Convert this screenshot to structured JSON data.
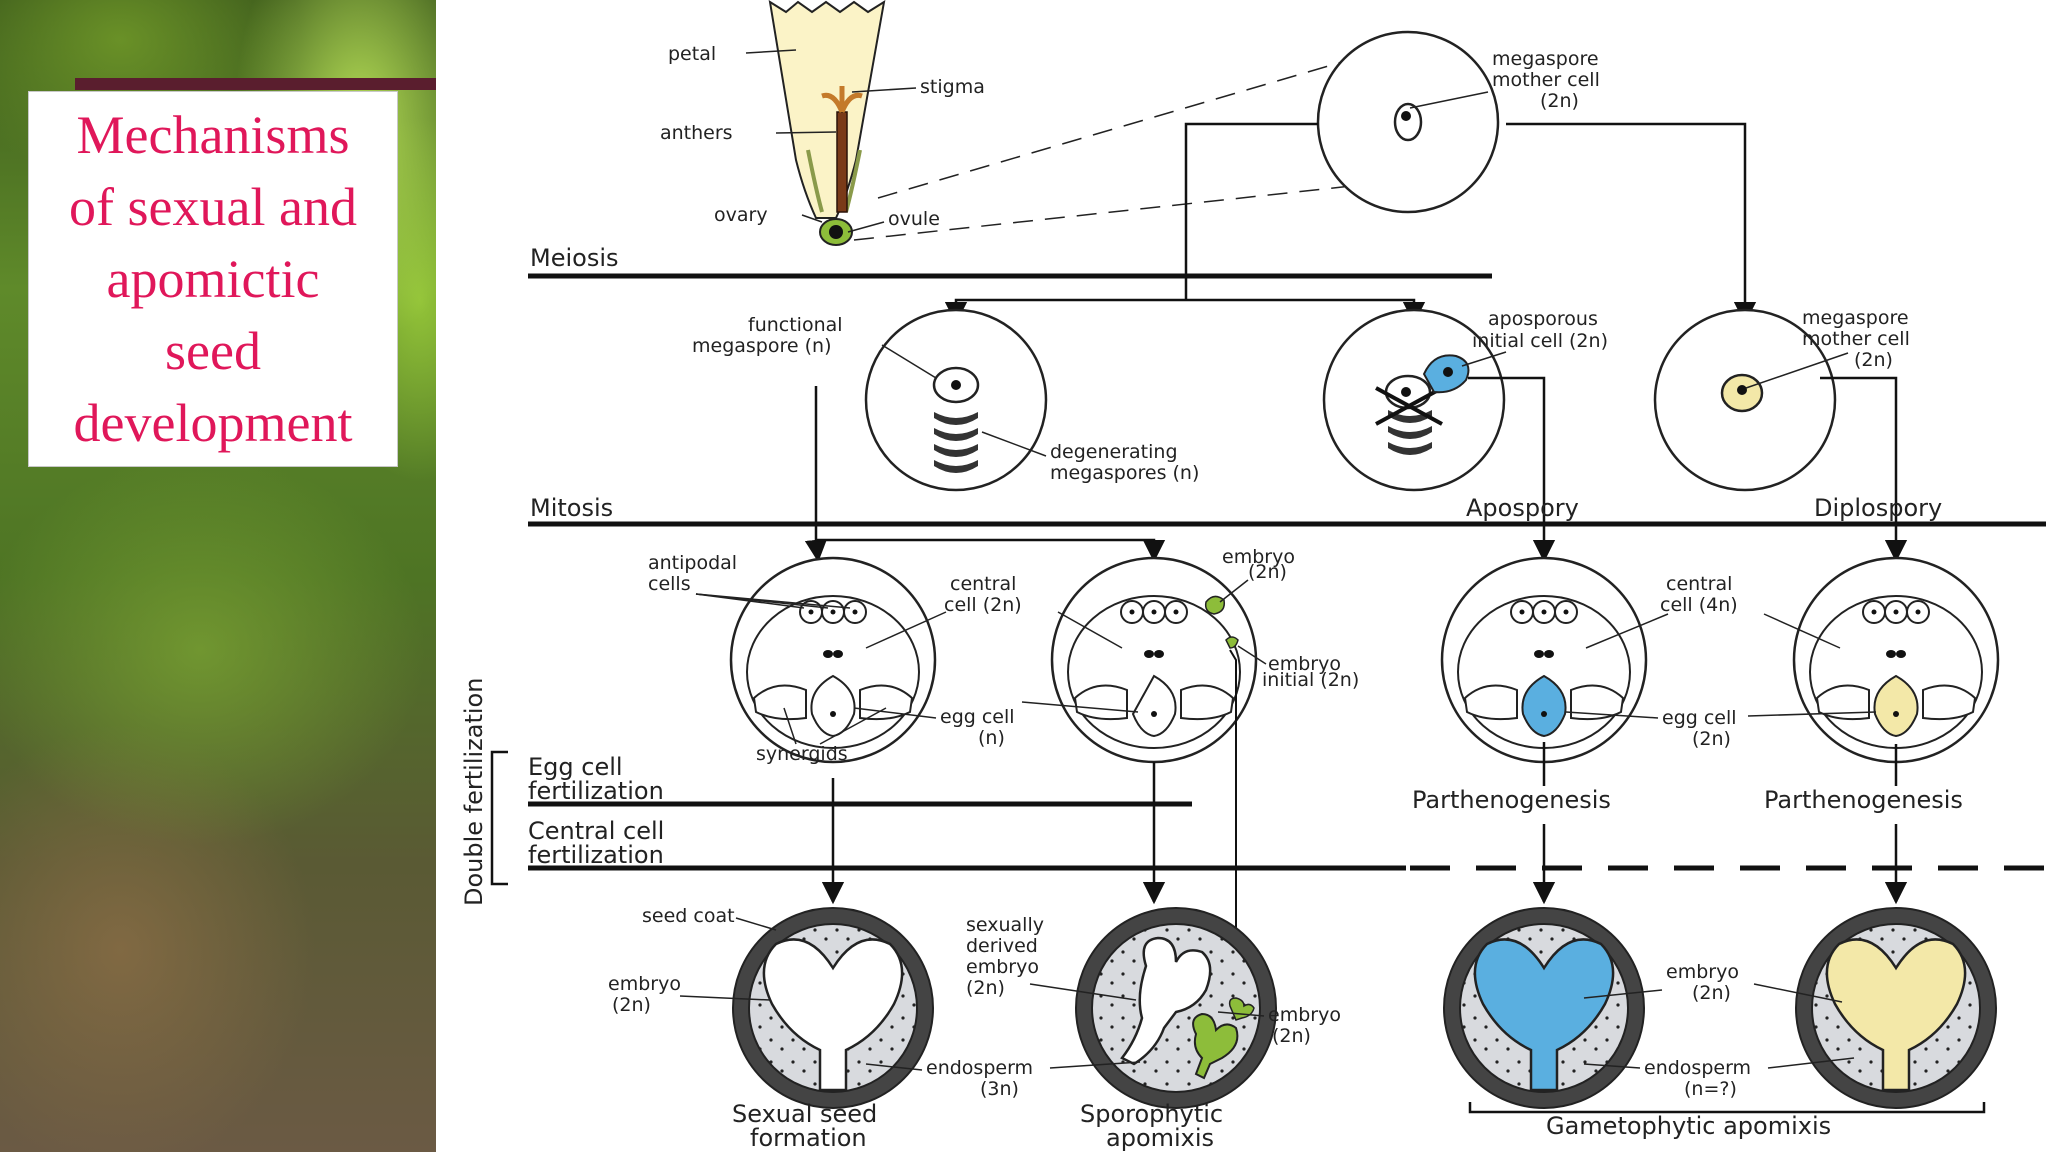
{
  "slide": {
    "title": "Mechanisms\nof sexual and\napomictic\nseed\ndevelopment"
  },
  "colors": {
    "title_text": "#e0175a",
    "apospory_blue": "#5aafe0",
    "diplospory_yellow": "#f3e8a8",
    "sporophytic_green": "#8dbd3a",
    "seed_fill": "#d8dade"
  },
  "diagram": {
    "flower": {
      "petal": "petal",
      "stigma": "stigma",
      "anthers": "anthers",
      "ovary": "ovary",
      "ovule": "ovule"
    },
    "mmc_top": {
      "l1": "megaspore",
      "l2": "mother cell",
      "l3": "(2n)"
    },
    "stages": {
      "meiosis": "Meiosis",
      "mitosis": "Mitosis",
      "apospory": "Apospory",
      "diplospory": "Diplospory",
      "egg_fert_1": "Egg cell",
      "egg_fert_2": "fertilization",
      "central_fert_1": "Central cell",
      "central_fert_2": "fertilization",
      "double_fertilization": "Double fertilization"
    },
    "meiosis_labels": {
      "functional_1": "functional",
      "functional_2": "megaspore (n)",
      "degenerating_1": "degenerating",
      "degenerating_2": "megaspores (n)",
      "aposporous_1": "aposporous",
      "aposporous_2": "initial cell (2n)",
      "mmc_1": "megaspore",
      "mmc_2": "mother cell",
      "mmc_3": "(2n)"
    },
    "sac_labels": {
      "antipodal_1": "antipodal",
      "antipodal_2": "cells",
      "central_1": "central",
      "central_2": "cell (2n)",
      "embryo_1": "embryo",
      "embryo_2": "(2n)",
      "embryo_init_1": "embryo",
      "embryo_init_2": "initial (2n)",
      "egg_1": "egg cell",
      "egg_2": "(n)",
      "synergids": "synergids",
      "central4_1": "central",
      "central4_2": "cell (4n)",
      "egg2n_1": "egg cell",
      "egg2n_2": "(2n)",
      "parthenogenesis_1": "Parthenogenesis",
      "parthenogenesis_2": "Parthenogenesis"
    },
    "seed_labels": {
      "seed_coat": "seed coat",
      "embryo_1": "embryo",
      "embryo_2": "(2n)",
      "endosperm3_1": "endosperm",
      "endosperm3_2": "(3n)",
      "sexual_emb_1": "sexually",
      "sexual_emb_2": "derived",
      "sexual_emb_3": "embryo",
      "sexual_emb_4": "(2n)",
      "embryo_r_1": "embryo",
      "embryo_r_2": "(2n)",
      "embryo_g_1": "embryo",
      "embryo_g_2": "(2n)",
      "endosperm_q_1": "endosperm",
      "endosperm_q_2": "(n=?)",
      "sexual_seed_1": "Sexual seed",
      "sexual_seed_2": "formation",
      "sporophytic_1": "Sporophytic",
      "sporophytic_2": "apomixis",
      "gametophytic": "Gametophytic apomixis"
    }
  }
}
